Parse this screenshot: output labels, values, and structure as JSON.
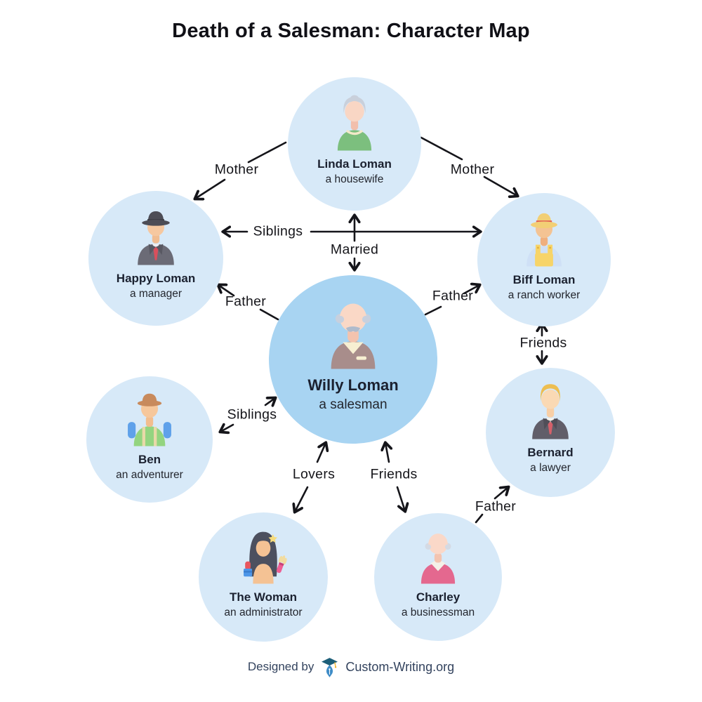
{
  "title": "Death of a Salesman: Character Map",
  "nodes": [
    {
      "name": "Linda Loman",
      "role": "a housewife",
      "avatar": "elderly-woman-green-sweater"
    },
    {
      "name": "Happy Loman",
      "role": "a manager",
      "avatar": "man-fedora-gray-suit-red-tie"
    },
    {
      "name": "Biff Loman",
      "role": "a ranch worker",
      "avatar": "man-straw-hat-yellow-overalls"
    },
    {
      "name": "Willy Loman",
      "role": "a salesman",
      "avatar": "elderly-man-mustache-brown-jacket"
    },
    {
      "name": "Ben",
      "role": "an adventurer",
      "avatar": "man-bucket-hat-green-shirt-backpack"
    },
    {
      "name": "Bernard",
      "role": "a lawyer",
      "avatar": "blond-man-dark-suit-red-tie"
    },
    {
      "name": "The Woman",
      "role": "an administrator",
      "avatar": "woman-long-dark-hair-makeup"
    },
    {
      "name": "Charley",
      "role": "a businessman",
      "avatar": "elderly-man-pink-sweater"
    }
  ],
  "edges": [
    {
      "label": "Mother",
      "from": "Linda Loman",
      "to": "Happy Loman",
      "direction": "one-way"
    },
    {
      "label": "Mother",
      "from": "Linda Loman",
      "to": "Biff Loman",
      "direction": "one-way"
    },
    {
      "label": "Siblings",
      "from": "Happy Loman",
      "to": "Biff Loman",
      "direction": "two-way"
    },
    {
      "label": "Married",
      "from": "Linda Loman",
      "to": "Willy Loman",
      "direction": "two-way"
    },
    {
      "label": "Father",
      "from": "Willy Loman",
      "to": "Happy Loman",
      "direction": "one-way"
    },
    {
      "label": "Father",
      "from": "Willy Loman",
      "to": "Biff Loman",
      "direction": "one-way"
    },
    {
      "label": "Friends",
      "from": "Biff Loman",
      "to": "Bernard",
      "direction": "two-way"
    },
    {
      "label": "Siblings",
      "from": "Willy Loman",
      "to": "Ben",
      "direction": "two-way"
    },
    {
      "label": "Lovers",
      "from": "Willy Loman",
      "to": "The Woman",
      "direction": "two-way"
    },
    {
      "label": "Friends",
      "from": "Willy Loman",
      "to": "Charley",
      "direction": "two-way"
    },
    {
      "label": "Father",
      "from": "Charley",
      "to": "Bernard",
      "direction": "one-way"
    }
  ],
  "footer": {
    "designed_by": "Designed by",
    "brand": "Custom-Writing.org",
    "logo": "fountain-pen-graduation-cap-logo"
  },
  "colors": {
    "canvas": "#FFFFFF",
    "node_fill": "#D7E9F8",
    "center_node_fill": "#A8D4F2",
    "arrow": "#15151A",
    "text": "#16161B",
    "footer_text": "#33435E"
  }
}
